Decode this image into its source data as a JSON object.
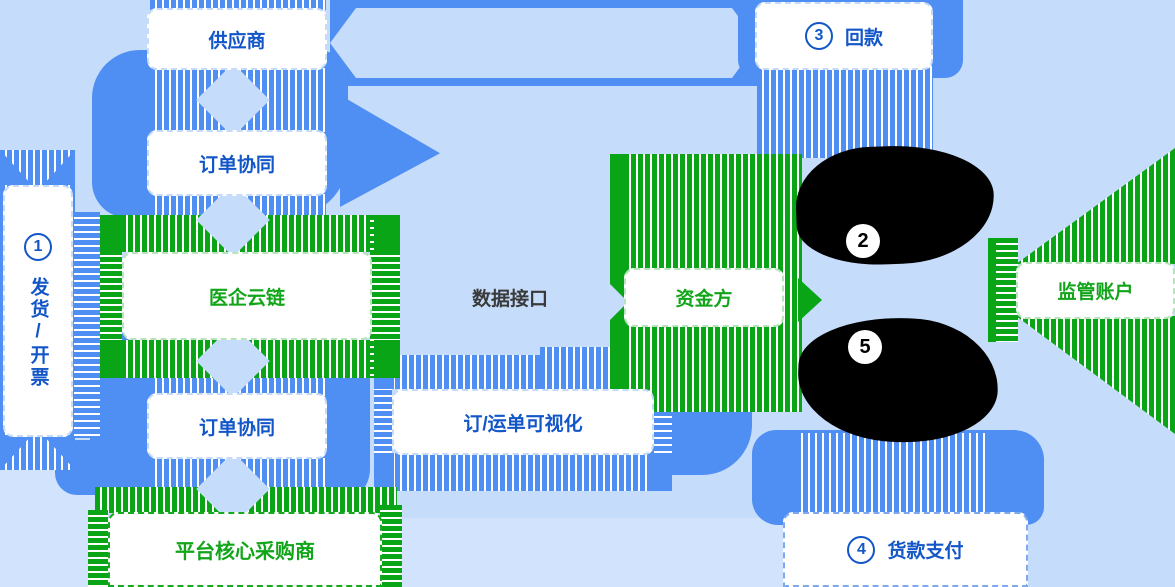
{
  "colors": {
    "background": "#c6dcfb",
    "arrow_blue": "#4f8ef2",
    "arrow_green": "#0aa516",
    "blue_text": "#1256c8",
    "green_text": "#12a51a",
    "dark_text": "#3a3a3a",
    "redacted_black": "#000000"
  },
  "nodes": {
    "supplier": {
      "label": "供应商"
    },
    "order_collab_top": {
      "label": "订单协同"
    },
    "cloud_chain": {
      "label": "医企云链"
    },
    "order_collab_bottom": {
      "label": "订单协同"
    },
    "core_buyer": {
      "label": "平台核心采购商"
    },
    "waybill_visibility": {
      "label": "订/运单可视化"
    },
    "data_interface": {
      "label": "数据接口"
    },
    "funder": {
      "label": "资金方"
    },
    "escrow_account": {
      "label": "监管账户"
    }
  },
  "steps": {
    "step1": {
      "num": "1",
      "label": "发货/开票"
    },
    "step2": {
      "num": "2"
    },
    "step3": {
      "num": "3",
      "label": "回款"
    },
    "step4": {
      "num": "4",
      "label": "货款支付"
    },
    "step5": {
      "num": "5"
    }
  }
}
